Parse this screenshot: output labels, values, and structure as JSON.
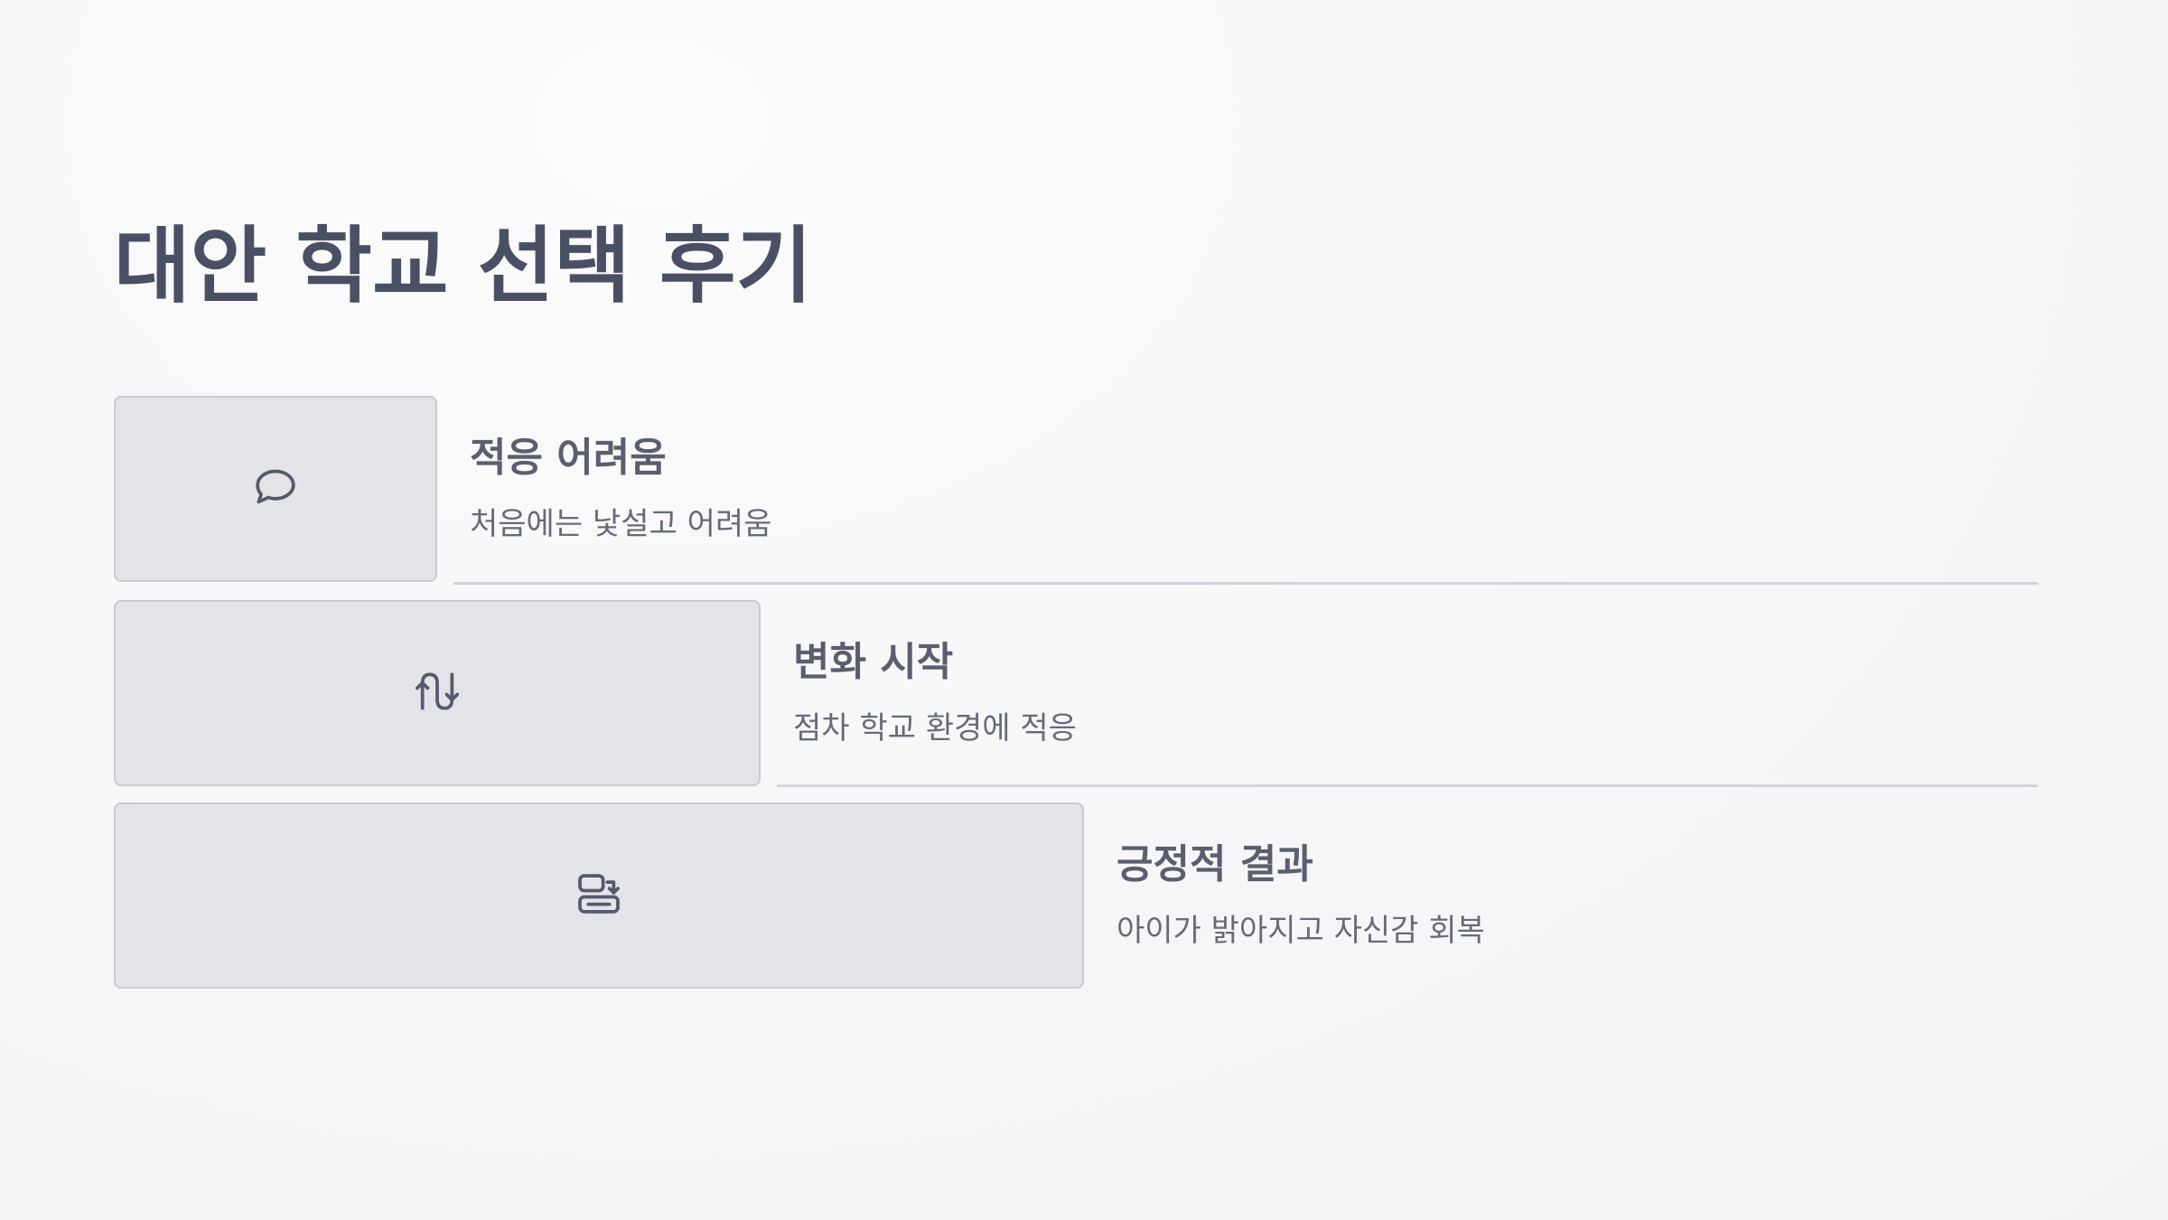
{
  "title": "대안 학교 선택 후기",
  "steps": [
    {
      "icon": "speech-bubble-icon",
      "label": "적응 어려움",
      "description": "처음에는 낯설고 어려움"
    },
    {
      "icon": "route-arrows-icon",
      "label": "변화 시작",
      "description": "점차 학교 환경에 적응"
    },
    {
      "icon": "transfer-cards-icon",
      "label": "긍정적 결과",
      "description": "아이가 밝아지고 자신감 회복"
    }
  ]
}
